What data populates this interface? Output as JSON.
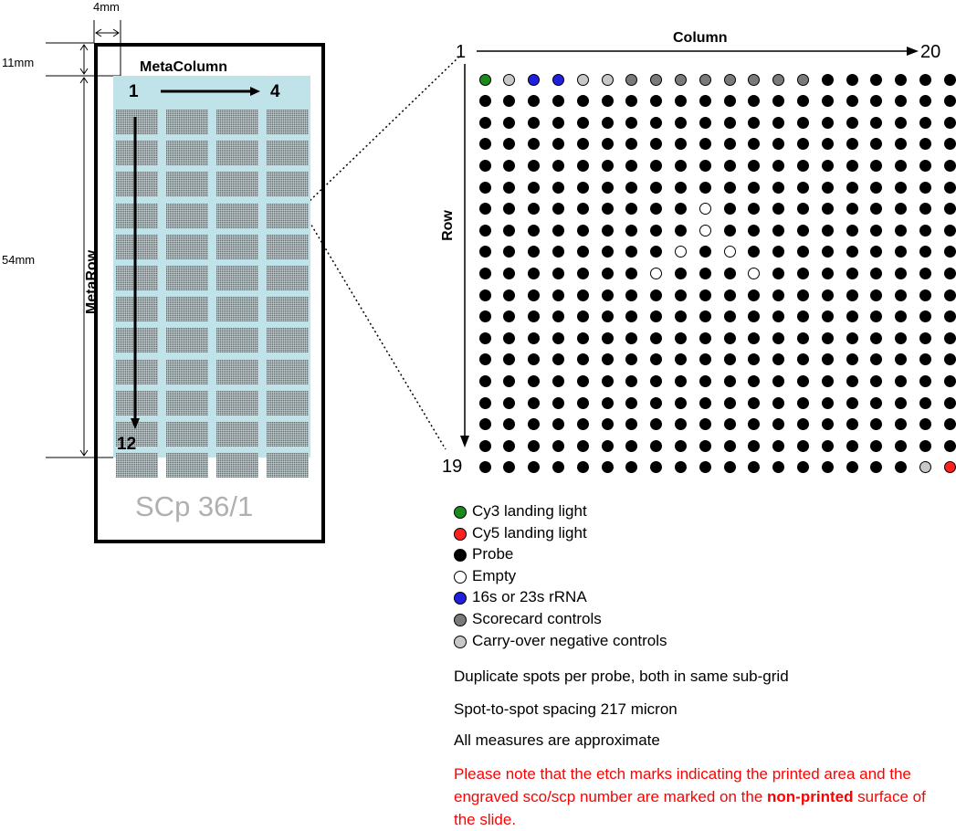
{
  "colors": {
    "cy3": "#1a8a1a",
    "cy5": "#ff2020",
    "probe": "#000000",
    "empty": "#ffffff",
    "rrna": "#1f1fdd",
    "scorecard": "#7a7a7a",
    "carryover": "#c8c8c8",
    "printed_area": "#bfe3e8",
    "note_red": "#ff0000"
  },
  "slide": {
    "dim_width": "4mm",
    "dim_top": "11mm",
    "dim_height": "54mm",
    "metacolumn_label": "MetaColumn",
    "metarow_label": "MetaRow",
    "metacolumn_start": "1",
    "metacolumn_end": "4",
    "metarow_end": "12",
    "slide_id": "SCp 36/1",
    "meta_columns": 4,
    "meta_rows": 12
  },
  "subgrid": {
    "column_label": "Column",
    "row_label": "Row",
    "col_start": "1",
    "col_end": "20",
    "row_end": "19",
    "columns": 20,
    "rows": 19,
    "spots": [
      "LCRRCCSSSSSSSSPPPPPP",
      "PPPPPPPPPPPPPPPPPPPP",
      "PPPPPPPPPPPPPPPPPPPP",
      "PPPPPPPPPPPPPPPPPPPP",
      "PPPPPPPPPPPPPPPPPPPP",
      "PPPPPPPPPPPPPPPPPPPP",
      "PPPPPPPPPEPPPPPPPPPP",
      "PPPPPPPPPEPPPPPPPPPP",
      "PPPPPPPPEPEPPPPPPPPP",
      "PPPPPPPEPPPEPPPPPPPP",
      "PPPPPPPPPPPPPPPPPPPP",
      "PPPPPPPPPPPPPPPPPPPP",
      "PPPPPPPPPPPPPPPPPPPP",
      "PPPPPPPPPPPPPPPPPPPP",
      "PPPPPPPPPPPPPPPPPPPP",
      "PPPPPPPPPPPPPPPPPPPP",
      "PPPPPPPPPPPPPPPPPPPP",
      "PPPPPPPPPPPPPPPPPPPP",
      "PPPPPPPPPPPPPPPPPPCY"
    ]
  },
  "legend": [
    {
      "key": "L",
      "color": "#1a8a1a",
      "label": "Cy3 landing light"
    },
    {
      "key": "Y",
      "color": "#ff2020",
      "label": "Cy5 landing light"
    },
    {
      "key": "P",
      "color": "#000000",
      "label": "Probe"
    },
    {
      "key": "E",
      "color": "#ffffff",
      "label": "Empty"
    },
    {
      "key": "R",
      "color": "#1f1fdd",
      "label": "16s or 23s rRNA"
    },
    {
      "key": "S",
      "color": "#7a7a7a",
      "label": "Scorecard controls"
    },
    {
      "key": "C",
      "color": "#c8c8c8",
      "label": "Carry-over negative controls"
    }
  ],
  "notes": {
    "duplicate": "Duplicate spots per probe, both in same sub-grid",
    "spacing": "Spot-to-spot spacing 217 micron",
    "approx": "All measures are approximate",
    "warning_part1": "Please note that the etch marks indicating the printed area and the engraved sco/scp number are marked on the ",
    "warning_bold": "non-printed",
    "warning_part2": " surface of the slide."
  }
}
